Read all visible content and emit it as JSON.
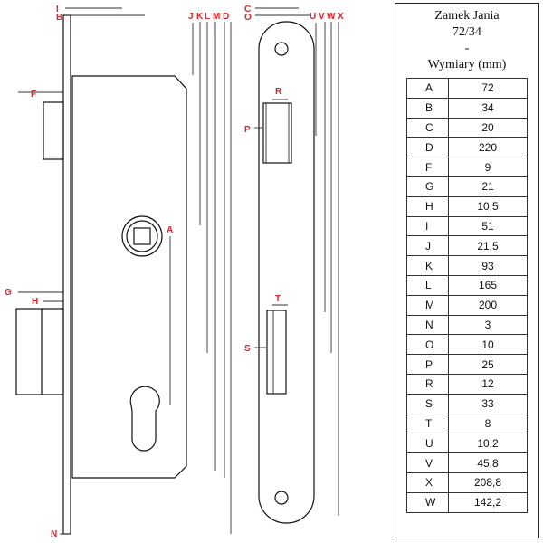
{
  "drawing": {
    "dimension_labels": {
      "I": "I",
      "B": "B",
      "J": "J",
      "K": "K",
      "L": "L",
      "M": "M",
      "D": "D",
      "C": "C",
      "O": "O",
      "U": "U",
      "V": "V",
      "W": "W",
      "X": "X",
      "F": "F",
      "G": "G",
      "H": "H",
      "N": "N",
      "A": "A",
      "R": "R",
      "P": "P",
      "T": "T",
      "S": "S"
    },
    "colors": {
      "label": "#d8282e",
      "stroke": "#111111"
    }
  },
  "table": {
    "title_line1": "Zamek Jania",
    "title_line2": "72/34",
    "title_line3": "-",
    "title_line4": "Wymiary (mm)",
    "rows": [
      {
        "key": "A",
        "value": "72"
      },
      {
        "key": "B",
        "value": "34"
      },
      {
        "key": "C",
        "value": "20"
      },
      {
        "key": "D",
        "value": "220"
      },
      {
        "key": "F",
        "value": "9"
      },
      {
        "key": "G",
        "value": "21"
      },
      {
        "key": "H",
        "value": "10,5"
      },
      {
        "key": "I",
        "value": "51"
      },
      {
        "key": "J",
        "value": "21,5"
      },
      {
        "key": "K",
        "value": "93"
      },
      {
        "key": "L",
        "value": "165"
      },
      {
        "key": "M",
        "value": "200"
      },
      {
        "key": "N",
        "value": "3"
      },
      {
        "key": "O",
        "value": "10"
      },
      {
        "key": "P",
        "value": "25"
      },
      {
        "key": "R",
        "value": "12"
      },
      {
        "key": "S",
        "value": "33"
      },
      {
        "key": "T",
        "value": "8"
      },
      {
        "key": "U",
        "value": "10,2"
      },
      {
        "key": "V",
        "value": "45,8"
      },
      {
        "key": "X",
        "value": "208,8"
      },
      {
        "key": "W",
        "value": "142,2"
      }
    ]
  }
}
